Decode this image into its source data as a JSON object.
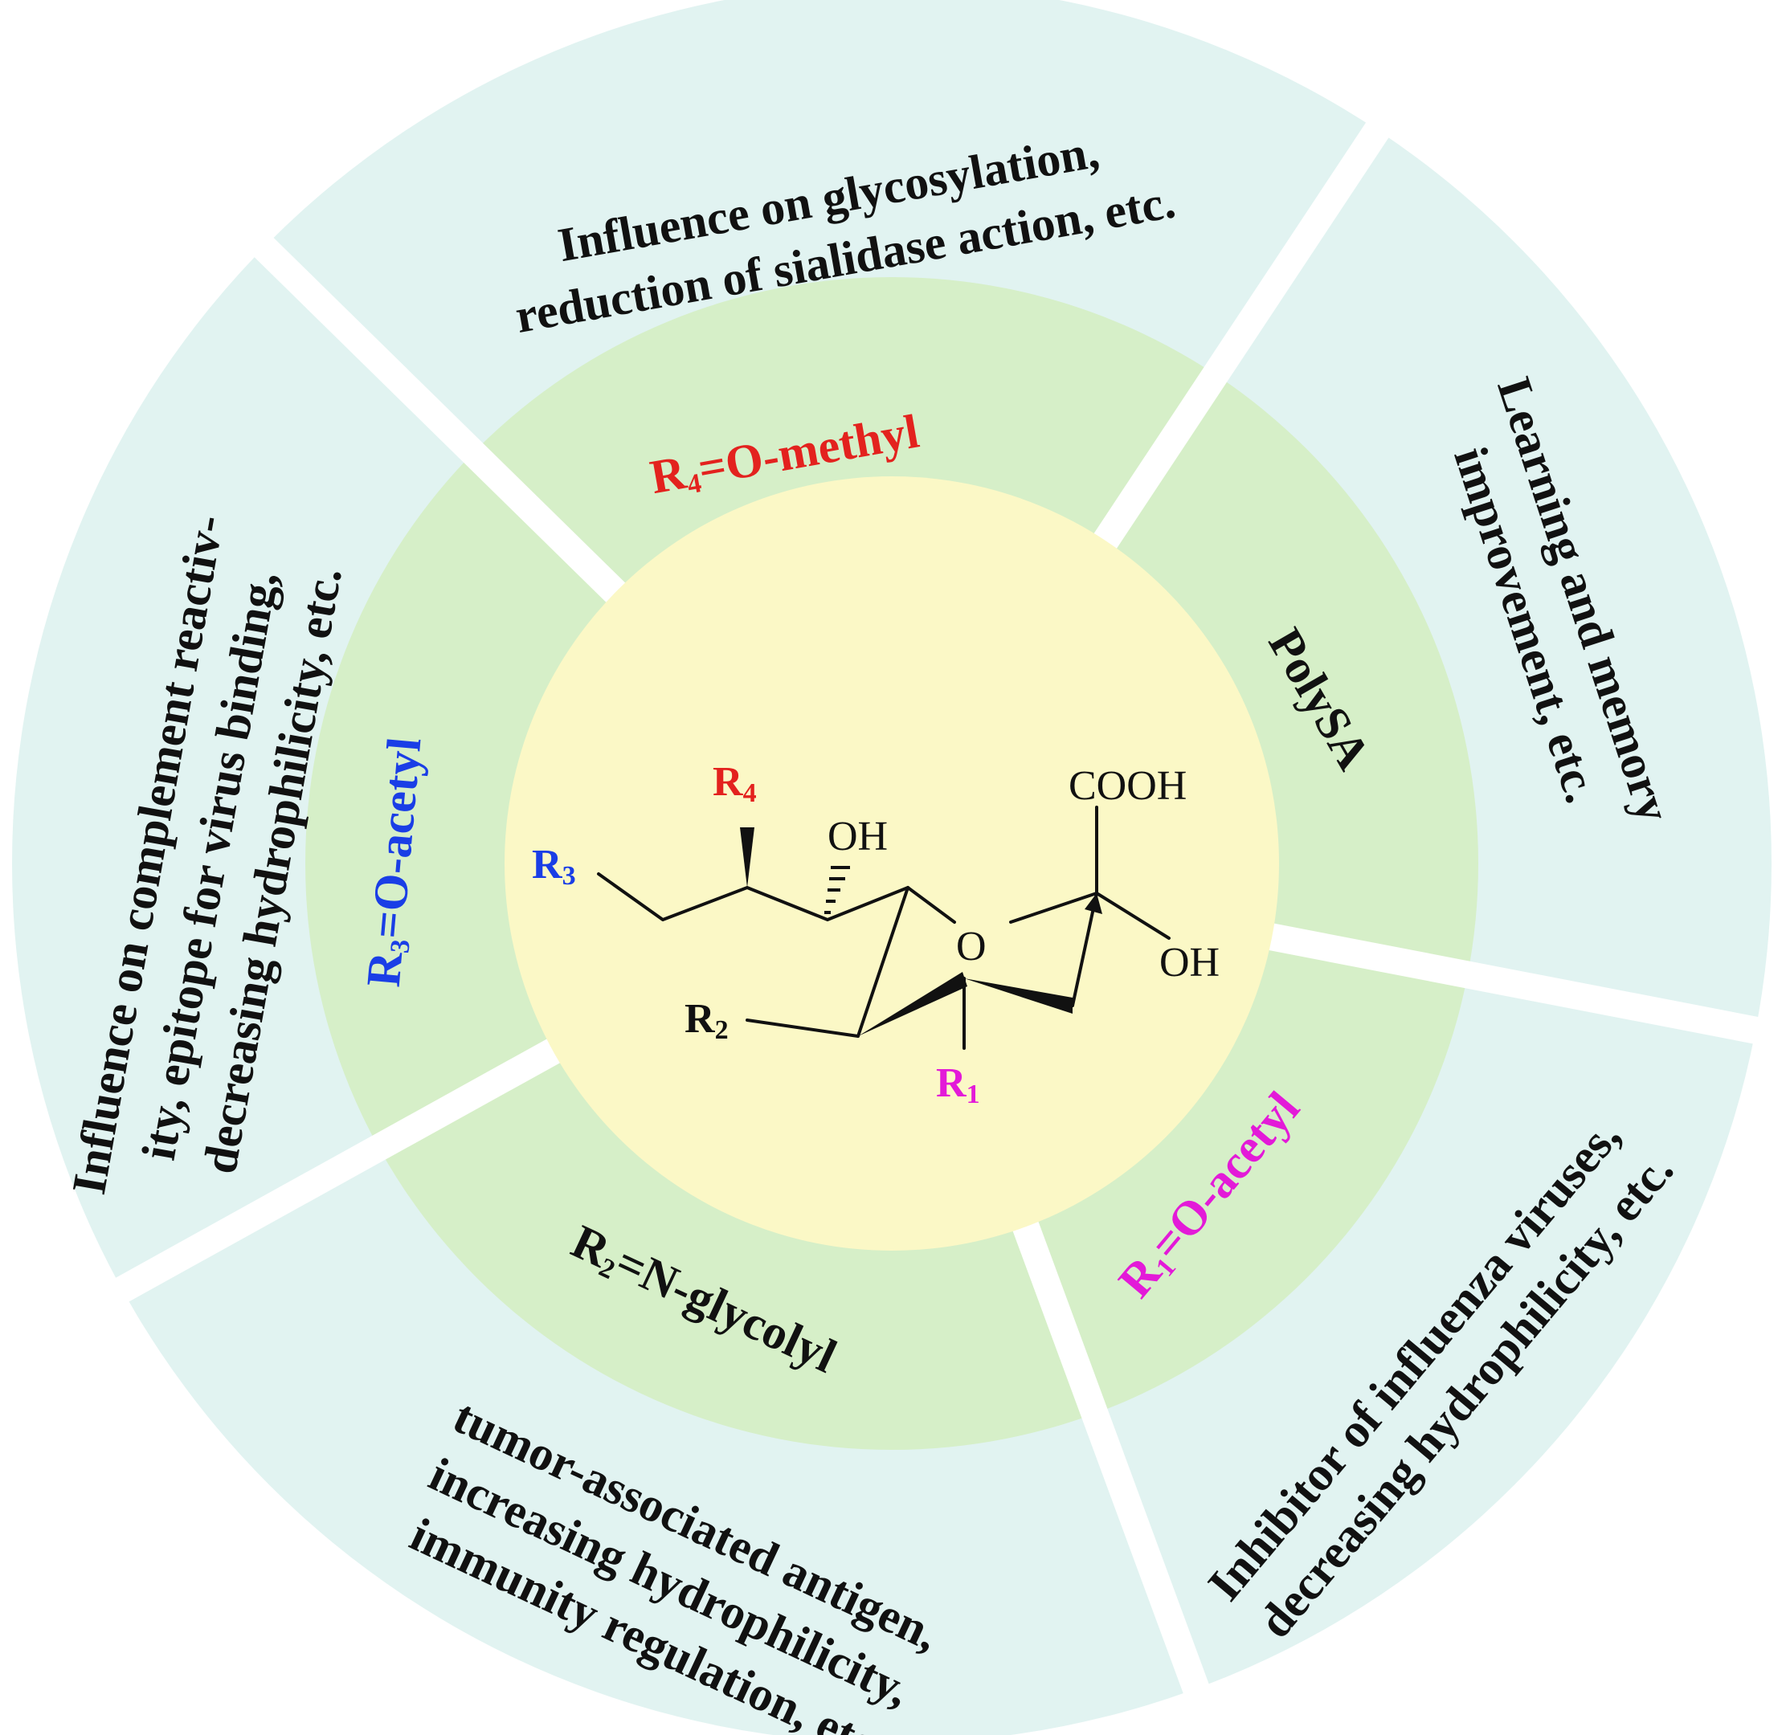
{
  "colors": {
    "outer_ring": "#e1f3f1",
    "middle_ring": "#d6efc8",
    "center": "#fbf8c6",
    "divider": "#ffffff",
    "r1": "#e31ad8",
    "r2": "#111111",
    "r3": "#1a3ee6",
    "r4": "#e3221e",
    "text": "#111111"
  },
  "segments": [
    {
      "id": "r4",
      "middle_label": {
        "prefix": "R",
        "sub": "4",
        "suffix": "=O-methyl"
      },
      "outer_lines": [
        "Influence on glycosylation,",
        "reduction of sialidase action, etc."
      ]
    },
    {
      "id": "polysa",
      "middle_label": {
        "prefix": "PolySA",
        "sub": "",
        "suffix": ""
      },
      "outer_lines": [
        "Learning and memory",
        "improvement, etc."
      ]
    },
    {
      "id": "r1",
      "middle_label": {
        "prefix": "R",
        "sub": "1",
        "suffix": "=O-acetyl"
      },
      "outer_lines": [
        "Inhibitor of influenza viruses,",
        "decreasing hydrophilicity, etc."
      ]
    },
    {
      "id": "r2",
      "middle_label": {
        "prefix": "R",
        "sub": "2",
        "suffix": "=N-glycolyl"
      },
      "outer_lines": [
        "tumor-associated antigen,",
        "increasing hydrophilicity,",
        "immunity regulation, etc."
      ]
    },
    {
      "id": "r3",
      "middle_label": {
        "prefix": "R",
        "sub": "3",
        "suffix": "=O-acetyl"
      },
      "outer_lines": [
        "Influence on complement reactiv-",
        "ity, epitope for virus binding,",
        "decreasing hydrophilicity, etc."
      ]
    }
  ],
  "structure": {
    "cooh": "COOH",
    "oh_right": "OH",
    "oh_top": "OH",
    "ring_o": "O",
    "r1": {
      "prefix": "R",
      "sub": "1"
    },
    "r2": {
      "prefix": "R",
      "sub": "2"
    },
    "r3": {
      "prefix": "R",
      "sub": "3"
    },
    "r4": {
      "prefix": "R",
      "sub": "4"
    }
  }
}
